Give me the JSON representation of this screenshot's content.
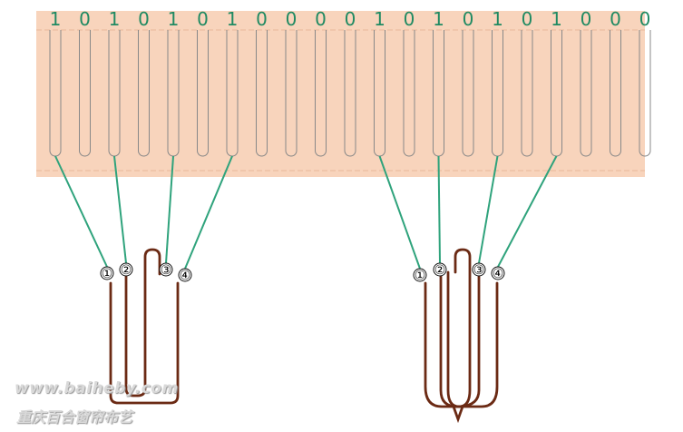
{
  "colors": {
    "band": "#f8d4bc",
    "slot_stroke": "#888888",
    "digit": "#1f8a62",
    "lead": "#2fa37c",
    "loop": "#6b2a14",
    "circle_stroke": "#111111"
  },
  "comb": {
    "digits": [
      "1",
      "0",
      "1",
      "0",
      "1",
      "0",
      "1",
      "0",
      "0",
      "0",
      "0",
      "1",
      "0",
      "1",
      "0",
      "1",
      "0",
      "1",
      "0",
      "0",
      "0"
    ]
  },
  "groups": [
    {
      "labels": [
        "①",
        "②",
        "③",
        "④"
      ],
      "leads": [
        {
          "from_slot": 1,
          "to_label": 1
        },
        {
          "from_slot": 3,
          "to_label": 2
        },
        {
          "from_slot": 5,
          "to_label": 3
        },
        {
          "from_slot": 7,
          "to_label": 4
        }
      ]
    },
    {
      "labels": [
        "①",
        "②",
        "③",
        "④"
      ],
      "leads": [
        {
          "from_slot": 12,
          "to_label": 1
        },
        {
          "from_slot": 14,
          "to_label": 2
        },
        {
          "from_slot": 16,
          "to_label": 3
        },
        {
          "from_slot": 18,
          "to_label": 4
        }
      ]
    }
  ],
  "watermark": {
    "line1": "www.baiheby.com",
    "line2": "重庆百合窗帘布艺"
  }
}
